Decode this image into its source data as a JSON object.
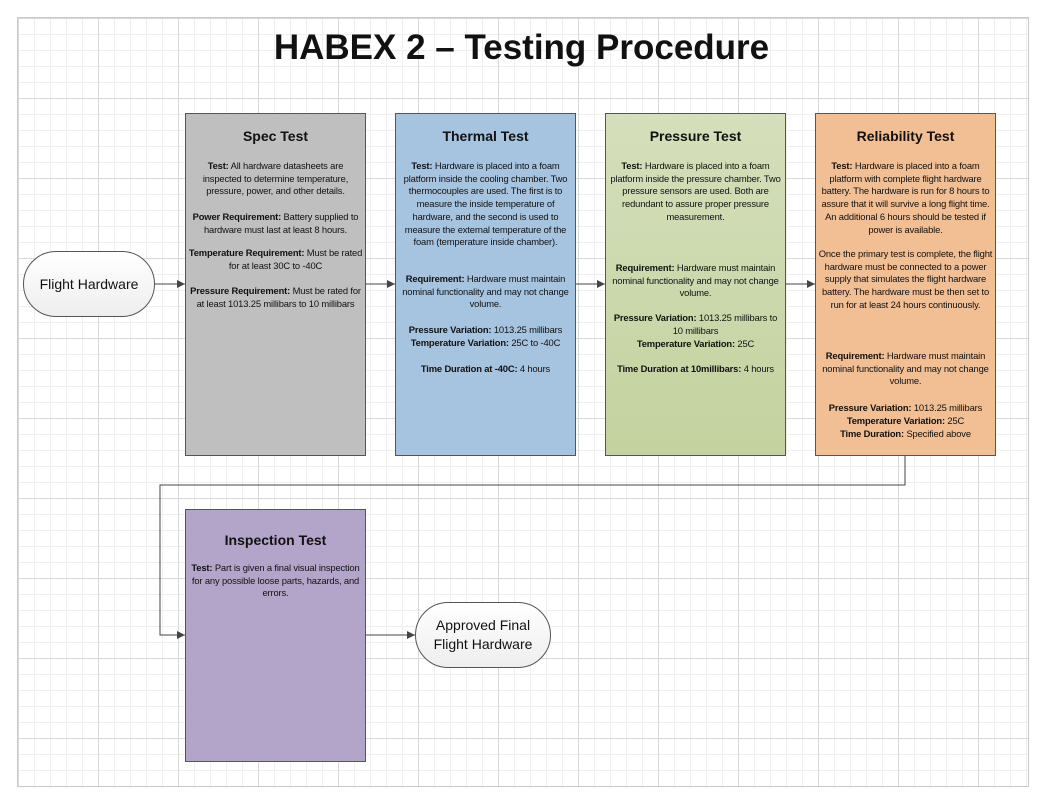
{
  "title": "HABEX 2 – Testing Procedure",
  "start": "Flight Hardware",
  "end": [
    "Approved Final",
    "Flight Hardware"
  ],
  "colors": {
    "spec": "#bfbfbf",
    "thermal": "#a6c3e0",
    "pressure": "#cad7aa",
    "reliability": "#f2bf95",
    "inspection": "#b3a5c9"
  },
  "boxes": {
    "spec": {
      "title": "Spec Test",
      "paras": [
        {
          "label": "Test:",
          "text": "  All hardware datasheets are inspected to determine temperature, pressure, power, and other details."
        },
        {
          "label": "Power Requirement:",
          "text": " Battery supplied to hardware must last at least 8 hours."
        },
        {
          "label": "Temperature Requirement:",
          "text": " Must be rated for at least 30C to -40C"
        },
        {
          "label": "Pressure Requirement:",
          "text": " Must be rated for at least 1013.25 millibars to 10 millibars"
        }
      ]
    },
    "thermal": {
      "title": "Thermal Test",
      "paras": [
        {
          "label": "Test:",
          "text": "  Hardware is placed into a foam platform inside the cooling chamber. Two thermocouples are used. The first is to measure the inside temperature of hardware, and the second is used to measure the external temperature of the foam (temperature inside chamber)."
        },
        {
          "label": "Requirement:",
          "text": " Hardware must maintain nominal functionality and may not change volume."
        },
        {
          "label": "Pressure Variation:",
          "text": " 1013.25 millibars"
        },
        {
          "label": "Temperature Variation:",
          "text": " 25C to -40C"
        },
        {
          "label": "Time Duration at -40C:",
          "text": " 4 hours"
        }
      ]
    },
    "pressure": {
      "title": "Pressure Test",
      "paras": [
        {
          "label": "Test:",
          "text": "  Hardware is placed into a foam platform inside the pressure chamber. Two pressure sensors are used. Both are redundant to assure proper pressure measurement."
        },
        {
          "label": "Requirement:",
          "text": " Hardware must maintain nominal functionality and may not change volume."
        },
        {
          "label": "Pressure Variation:",
          "text": " 1013.25 millibars to 10 millibars"
        },
        {
          "label": "Temperature Variation:",
          "text": " 25C"
        },
        {
          "label": "Time Duration at 10millibars:",
          "text": " 4 hours"
        }
      ]
    },
    "reliability": {
      "title": "Reliability Test",
      "paras": [
        {
          "label": "Test:",
          "text": "  Hardware is placed into a foam platform with complete flight hardware battery. The hardware is run for 8 hours to assure that it will survive a long flight time. An additional 6 hours should be tested if power is available."
        },
        {
          "label": "",
          "text": "Once the primary test is complete, the flight hardware must be connected to a power supply that simulates the flight hardware battery. The hardware must be then set to run for at least 24 hours continuously."
        },
        {
          "label": "Requirement:",
          "text": " Hardware must maintain nominal functionality and may not change volume."
        },
        {
          "label": "Pressure Variation:",
          "text": " 1013.25 millibars"
        },
        {
          "label": "Temperature Variation:",
          "text": " 25C"
        },
        {
          "label": "Time Duration:",
          "text": " Specified above"
        }
      ]
    },
    "inspection": {
      "title": "Inspection Test",
      "paras": [
        {
          "label": "Test:",
          "text": "  Part is given a final visual inspection for any possible loose parts, hazards, and errors."
        }
      ]
    }
  }
}
